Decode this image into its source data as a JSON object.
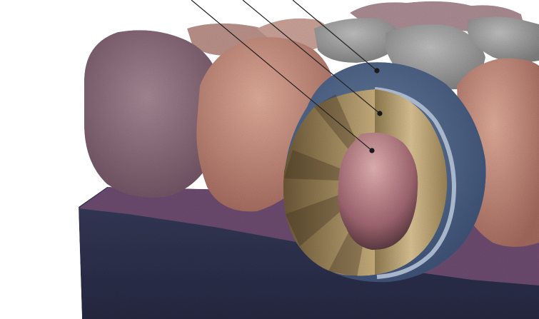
{
  "illustration": {
    "subject": "cross-section-of-spherical-body-among-rounded-cells",
    "colors": {
      "background": "#ffffff",
      "base_block": "#2f3350",
      "purple_band": "#6b4a6e",
      "mauve_cell": "#8a6a78",
      "peach_cell": "#c98f80",
      "grey_cell": "#9c9c9c",
      "outer_layer": "#4f6585",
      "middle_layer": "#b39b6a",
      "core": "#c98c92",
      "leader_line": "#222222"
    }
  },
  "callouts": [
    {
      "target": "outer-layer"
    },
    {
      "target": "middle-layer"
    },
    {
      "target": "inner-core"
    }
  ]
}
